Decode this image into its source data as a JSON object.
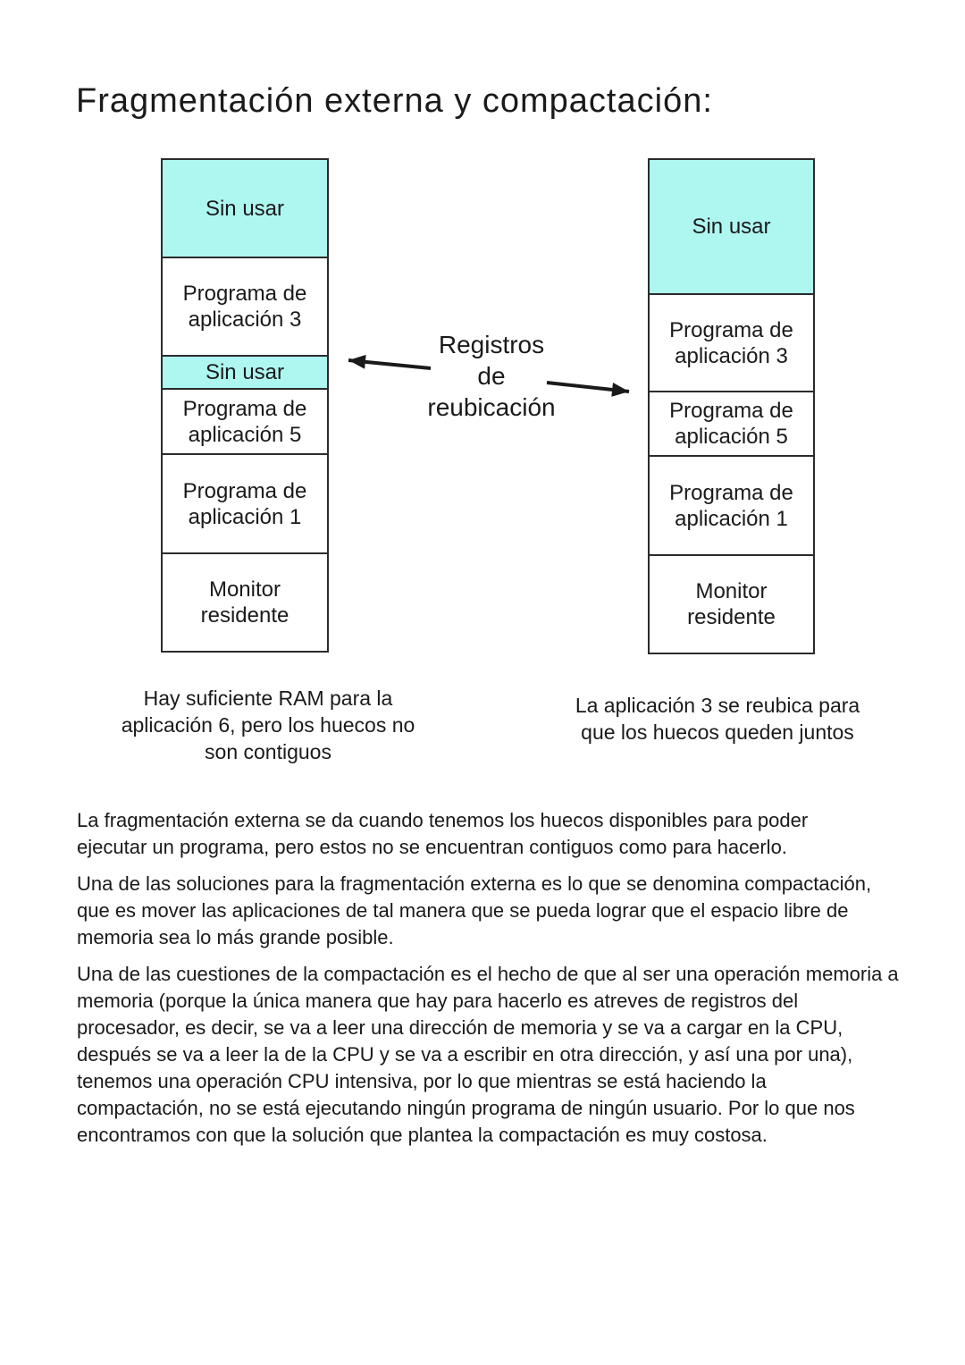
{
  "page": {
    "title": "Fragmentación externa y compactación:"
  },
  "diagram": {
    "center_label": {
      "line1": "Registros",
      "line2": "de",
      "line3": "reubicación"
    },
    "colors": {
      "free_block": "#aef7f0",
      "used_block": "#ffffff",
      "border": "#2b2b2b",
      "arrow": "#1a1a1a"
    },
    "left_column": {
      "blocks": [
        {
          "label": "Sin usar",
          "kind": "free"
        },
        {
          "label": "Programa de\naplicación 3",
          "kind": "used"
        },
        {
          "label": "Sin usar",
          "kind": "free"
        },
        {
          "label": "Programa de\naplicación 5",
          "kind": "used"
        },
        {
          "label": "Programa de\naplicación 1",
          "kind": "used"
        },
        {
          "label": "Monitor\nresidente",
          "kind": "used"
        }
      ],
      "caption": {
        "line1": "Hay suficiente RAM para la",
        "line2": "aplicación 6, pero los huecos no",
        "line3": "son contiguos"
      }
    },
    "right_column": {
      "blocks": [
        {
          "label": "Sin usar",
          "kind": "free"
        },
        {
          "label": "Programa de\naplicación 3",
          "kind": "used"
        },
        {
          "label": "Programa de\naplicación 5",
          "kind": "used"
        },
        {
          "label": "Programa de\naplicación 1",
          "kind": "used"
        },
        {
          "label": "Monitor\nresidente",
          "kind": "used"
        }
      ],
      "caption": {
        "line1": "La aplicación 3 se reubica para",
        "line2": "que los huecos queden juntos"
      }
    }
  },
  "body": {
    "paragraph1": {
      "line1": "La fragmentación externa se da cuando tenemos los huecos disponibles para poder",
      "line2": "ejecutar un programa, pero estos no se encuentran contiguos como para hacerlo."
    },
    "paragraph2": {
      "line1": "Una de las soluciones para la fragmentación externa es lo que se denomina compactación,",
      "line2": "que es mover las aplicaciones de tal manera que se pueda lograr que el espacio libre de",
      "line3": "memoria sea lo más grande posible."
    },
    "paragraph3": {
      "line1": "Una de las cuestiones de la compactación es el hecho de que al ser una operación memoria a",
      "line2": "memoria (porque la única manera que hay para hacerlo es atreves de registros del",
      "line3": "procesador, es decir, se va a leer una dirección de memoria y se va a cargar en la CPU,",
      "line4": "después se va a leer la de la CPU y se va a escribir en otra dirección, y así una por una),",
      "line5": "tenemos una operación CPU intensiva, por lo que mientras se está haciendo la",
      "line6": "compactación, no se está ejecutando ningún programa de ningún usuario. Por lo que nos",
      "line7": "encontramos con que la solución que plantea la compactación es muy costosa."
    }
  }
}
